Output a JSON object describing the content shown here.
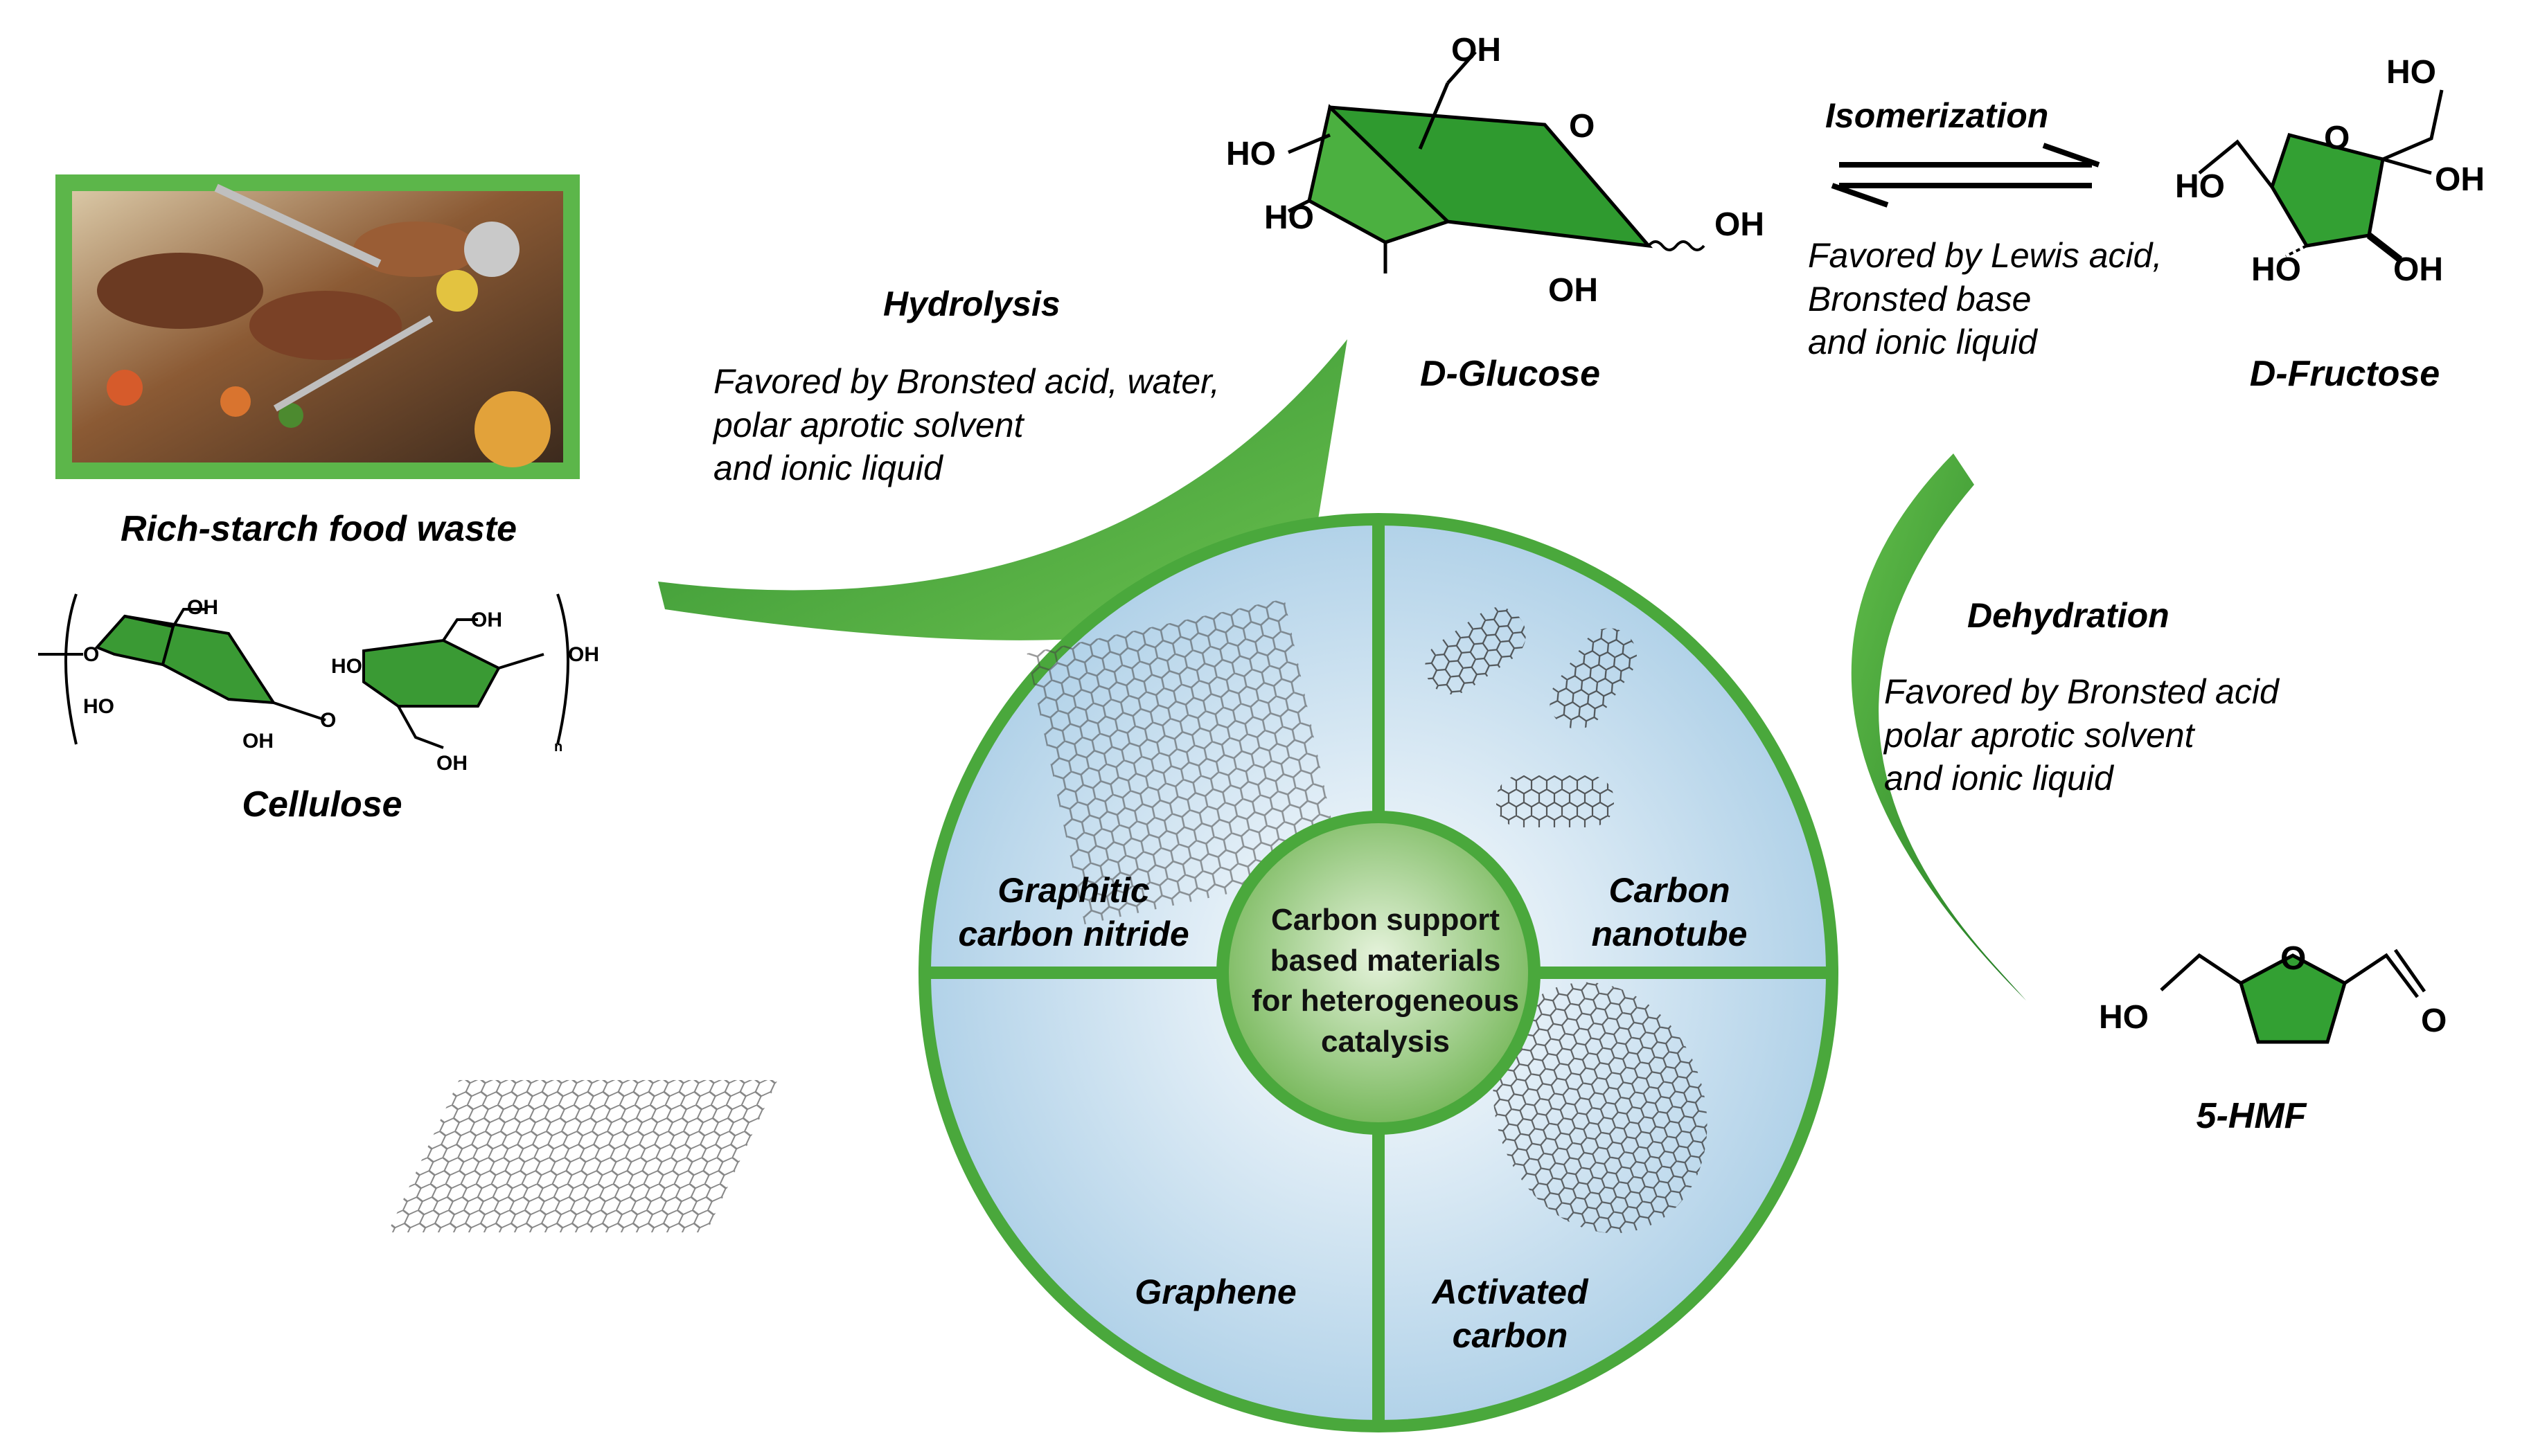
{
  "food_waste": {
    "caption": "Rich-starch food waste"
  },
  "cellulose": {
    "caption": "Cellulose",
    "repeat_subscript": "n"
  },
  "glucose": {
    "caption": "D-Glucose"
  },
  "fructose": {
    "caption": "D-Fructose"
  },
  "hmf": {
    "caption": "5-HMF"
  },
  "hydrolysis": {
    "title": "Hydrolysis",
    "conditions": [
      "Favored by Bronsted acid, water,",
      "polar aprotic solvent",
      "and ionic liquid"
    ]
  },
  "isomerization": {
    "title": "Isomerization",
    "conditions": [
      "Favored  by Lewis acid,",
      "Bronsted  base",
      "and  ionic  liquid"
    ]
  },
  "dehydration": {
    "title": "Dehydration",
    "conditions": [
      "Favored by Bronsted acid",
      "polar aprotic solvent",
      "and ionic liquid"
    ]
  },
  "wheel": {
    "center": [
      "Carbon support",
      "based materials",
      "for heterogeneous",
      "catalysis"
    ],
    "quadrants": {
      "top_left": [
        "Graphitic",
        "carbon nitride"
      ],
      "top_right": [
        "Carbon",
        "nanotube"
      ],
      "bottom_left": [
        "Graphene"
      ],
      "bottom_right": [
        "Activated",
        "carbon"
      ]
    }
  },
  "atom_labels": {
    "OH": "OH",
    "HO": "HO",
    "O": "O"
  },
  "colors": {
    "ring_green": "#4aa83c",
    "frame_green": "#5cb64a",
    "wheel_fill": "#c9e0ef",
    "center_fill": "#9ccf7e"
  }
}
